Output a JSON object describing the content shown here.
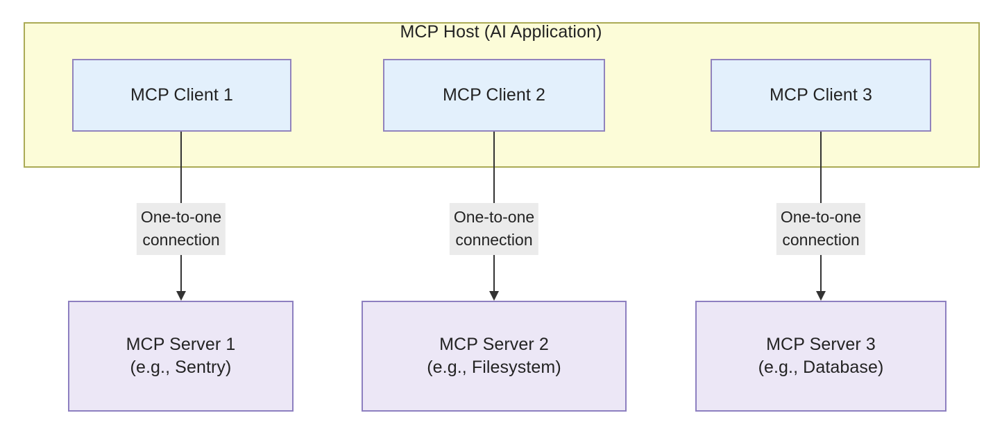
{
  "diagram": {
    "title": "MCP Host (AI Application)",
    "background_color": "#ffffff",
    "host": {
      "label": "MCP Host (AI Application)",
      "fill_color": "#fcfcd8",
      "border_color": "#aaaa55"
    },
    "clients": [
      {
        "label": "MCP Client 1",
        "fill_color": "#e3f0fc",
        "border_color": "#9183bd"
      },
      {
        "label": "MCP Client 2",
        "fill_color": "#e3f0fc",
        "border_color": "#9183bd"
      },
      {
        "label": "MCP Client 3",
        "fill_color": "#e3f0fc",
        "border_color": "#9183bd"
      }
    ],
    "servers": [
      {
        "line1": "MCP Server 1",
        "line2": "(e.g., Sentry)",
        "fill_color": "#ece7f6",
        "border_color": "#8d7fc0"
      },
      {
        "line1": "MCP Server 2",
        "line2": "(e.g., Filesystem)",
        "fill_color": "#ece7f6",
        "border_color": "#8d7fc0"
      },
      {
        "line1": "MCP Server 3",
        "line2": "(e.g., Database)",
        "fill_color": "#ece7f6",
        "border_color": "#8d7fc0"
      }
    ],
    "edges": [
      {
        "from": "MCP Client 1",
        "to": "MCP Server 1",
        "label_line1": "One-to-one",
        "label_line2": "connection",
        "label_background": "#ebebeb",
        "arrow": "down-arrow"
      },
      {
        "from": "MCP Client 2",
        "to": "MCP Server 2",
        "label_line1": "One-to-one",
        "label_line2": "connection",
        "label_background": "#ebebeb",
        "arrow": "down-arrow"
      },
      {
        "from": "MCP Client 3",
        "to": "MCP Server 3",
        "label_line1": "One-to-one",
        "label_line2": "connection",
        "label_background": "#ebebeb",
        "arrow": "down-arrow"
      }
    ]
  }
}
